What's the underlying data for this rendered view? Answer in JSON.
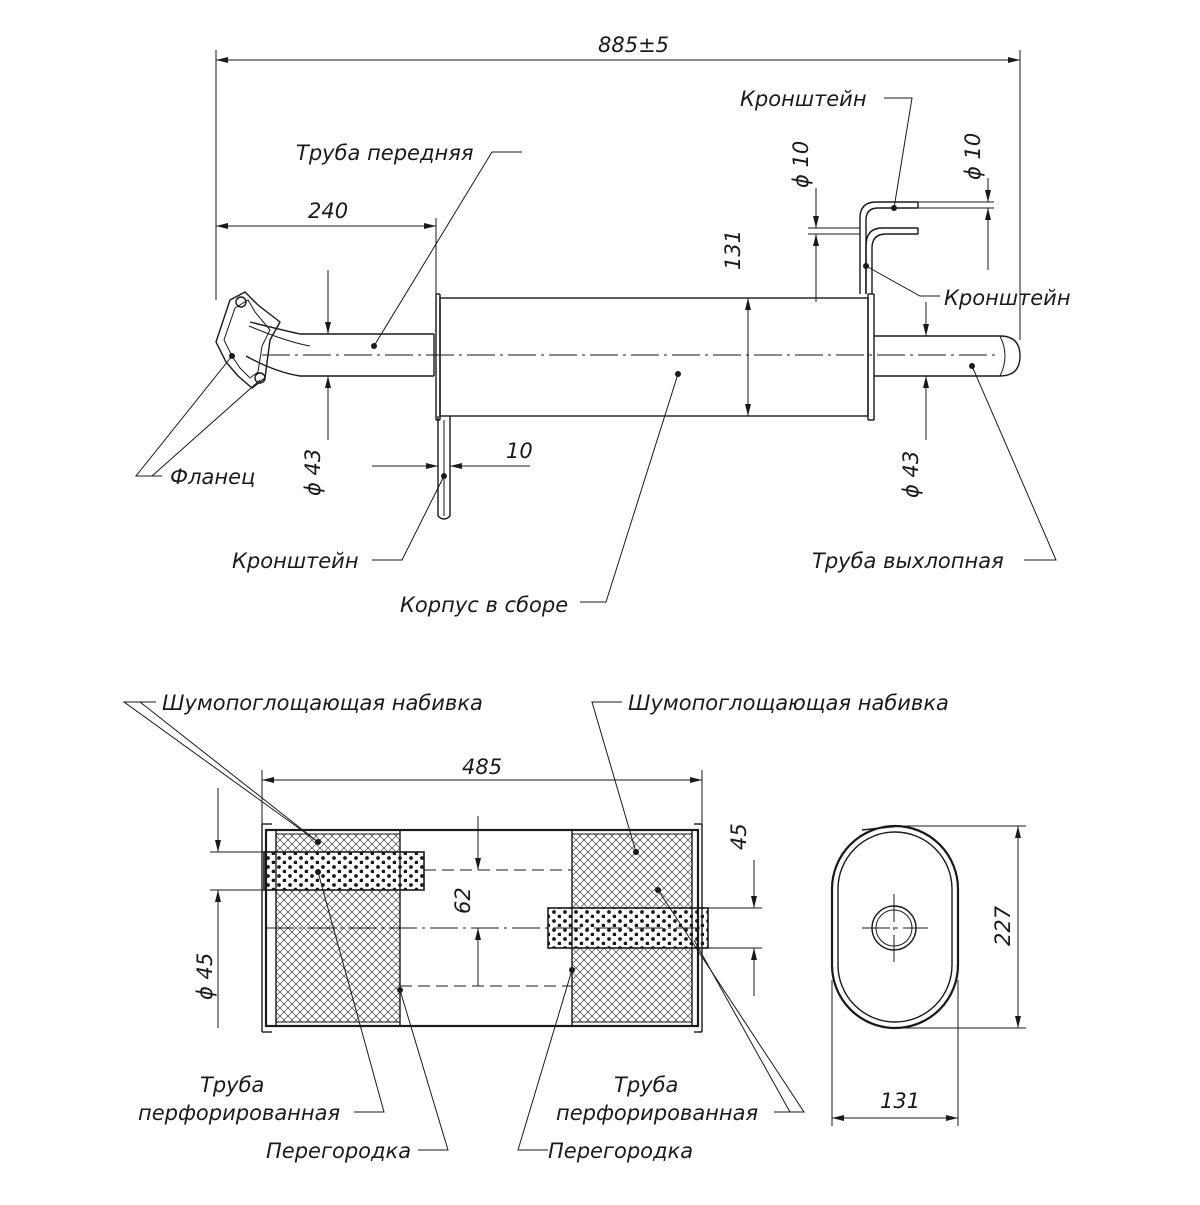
{
  "labels": {
    "pipe_front": "Труба передняя",
    "bracket_top": "Кронштейн",
    "bracket_right": "Кронштейн",
    "flange": "Фланец",
    "bracket_bottom": "Кронштейн",
    "body_assembly": "Корпус в сборе",
    "pipe_exhaust": "Труба выхлопная",
    "noise_fill_left": "Шумопоглощающая набивка",
    "noise_fill_right": "Шумопоглощающая набивка",
    "perf_pipe_left_l1": "Труба",
    "perf_pipe_left_l2": "перфорированная",
    "perf_pipe_right_l1": "Труба",
    "perf_pipe_right_l2": "перфорированная",
    "partition_left": "Перегородка",
    "partition_right": "Перегородка"
  },
  "dimensions": {
    "overall_length": "885±5",
    "front_pipe_length": "240",
    "body_height": "131",
    "bracket_dia_left": "ϕ 10",
    "bracket_dia_right": "ϕ 10",
    "pipe_dia_left": "ϕ 43",
    "pipe_dia_right": "ϕ 43",
    "bracket_width": "10",
    "section_length": "485",
    "offset_45": "45",
    "offset_62": "62",
    "perf_dia": "ϕ 45",
    "end_height": "227",
    "end_width": "131"
  }
}
